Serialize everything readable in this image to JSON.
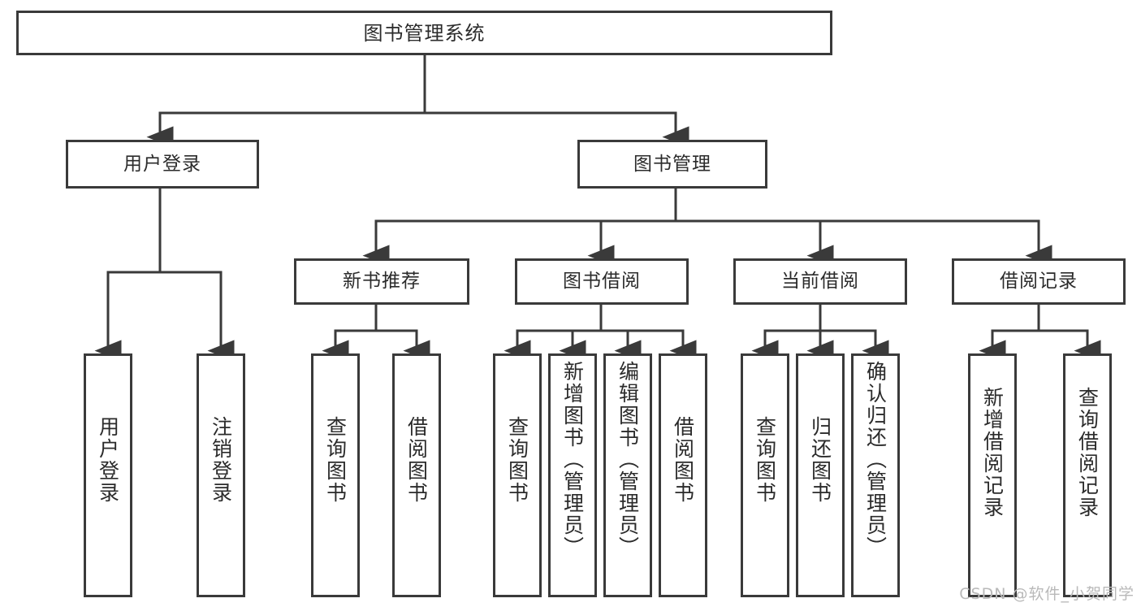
{
  "diagram": {
    "title": "图书管理系统",
    "type": "tree-hierarchy",
    "watermark": "CSDN @软件_小贺同学",
    "colors": {
      "background": "#ffffff",
      "box_border": "#3a3a3a",
      "box_fill": "#ffffff",
      "connector": "#3a3a3a",
      "text": "#2b2b2b",
      "watermark": "#b9b9b9"
    },
    "nodes": {
      "root": {
        "label": "图书管理系统"
      },
      "level1": [
        {
          "label": "用户登录"
        },
        {
          "label": "图书管理"
        }
      ],
      "level2": [
        {
          "label": "新书推荐"
        },
        {
          "label": "图书借阅"
        },
        {
          "label": "当前借阅"
        },
        {
          "label": "借阅记录"
        }
      ],
      "leaves": {
        "user_login": [
          {
            "label": "用户登录"
          },
          {
            "label": "注销登录"
          }
        ],
        "new_book_recommend": [
          {
            "label": "查询图书"
          },
          {
            "label": "借阅图书"
          }
        ],
        "book_borrow": [
          {
            "label": "查询图书"
          },
          {
            "label": "新增图书（管理员）"
          },
          {
            "label": "编辑图书（管理员）"
          },
          {
            "label": "借阅图书"
          }
        ],
        "current_borrow": [
          {
            "label": "查询图书"
          },
          {
            "label": "归还图书"
          },
          {
            "label": "确认归还（管理员）"
          }
        ],
        "borrow_record": [
          {
            "label": "新增借阅记录"
          },
          {
            "label": "查询借阅记录"
          }
        ]
      }
    }
  }
}
